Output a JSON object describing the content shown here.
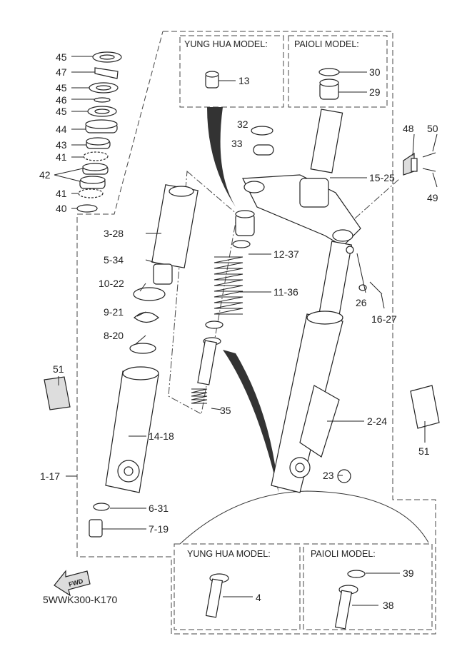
{
  "diagram_code": "5WWK300-K170",
  "fwd_label": "FWD",
  "boxes": {
    "top_left": "YUNG HUA MODEL:",
    "top_right": "PAIOLI MODEL:",
    "bottom_left": "YUNG HUA MODEL:",
    "bottom_right": "PAIOLI MODEL:"
  },
  "part_labels": {
    "p45a": "45",
    "p47": "47",
    "p45b": "45",
    "p46": "46",
    "p45c": "45",
    "p44": "44",
    "p43": "43",
    "p41a": "41",
    "p42": "42",
    "p41b": "41",
    "p40": "40",
    "p13": "13",
    "p30": "30",
    "p29": "29",
    "p32": "32",
    "p33": "33",
    "p15_25": "15-25",
    "p48": "48",
    "p50": "50",
    "p49": "49",
    "p3_28": "3-28",
    "p5_34": "5-34",
    "p10_22": "10-22",
    "p12_37": "12-37",
    "p11_36": "11-36",
    "p26": "26",
    "p16_27": "16-27",
    "p9_21": "9-21",
    "p8_20": "8-20",
    "p51a": "51",
    "p35": "35",
    "p2_24": "2-24",
    "p51b": "51",
    "p14_18": "14-18",
    "p1_17": "1-17",
    "p23": "23",
    "p6_31": "6-31",
    "p7_19": "7-19",
    "p4": "4",
    "p39": "39",
    "p38": "38"
  }
}
